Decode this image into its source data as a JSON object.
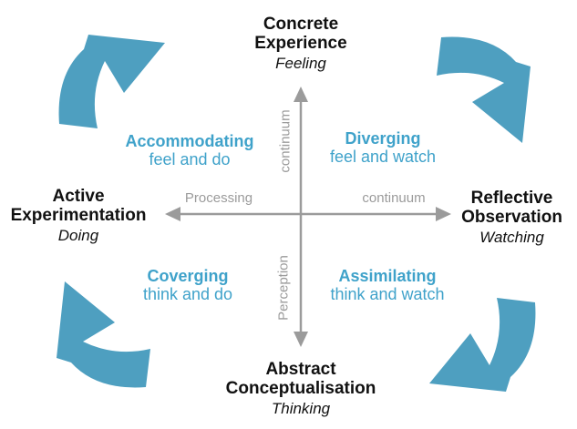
{
  "colors": {
    "arrow_blue": "#4e9fc0",
    "quadrant_blue": "#3fa2ca",
    "axis_gray": "#9b9b9b",
    "heading_black": "#111111",
    "background": "#ffffff"
  },
  "poles": {
    "top": {
      "line1": "Concrete",
      "line2": "Experience",
      "subtitle": "Feeling"
    },
    "right": {
      "line1": "Reflective",
      "line2": "Observation",
      "subtitle": "Watching"
    },
    "bottom": {
      "line1": "Abstract",
      "line2": "Conceptualisation",
      "subtitle": "Thinking"
    },
    "left": {
      "line1": "Active",
      "line2": "Experimentation",
      "subtitle": "Doing"
    }
  },
  "quadrants": {
    "top_left": {
      "name": "Accommodating",
      "tagline": "feel and do"
    },
    "top_right": {
      "name": "Diverging",
      "tagline": "feel and watch"
    },
    "bottom_left": {
      "name": "Coverging",
      "tagline": "think and do"
    },
    "bottom_right": {
      "name": "Assimilating",
      "tagline": "think and watch"
    }
  },
  "axes": {
    "horizontal": {
      "left_label": "Processing",
      "right_label": "continuum"
    },
    "vertical": {
      "top_label": "continuum",
      "bottom_label": "Perception"
    }
  }
}
